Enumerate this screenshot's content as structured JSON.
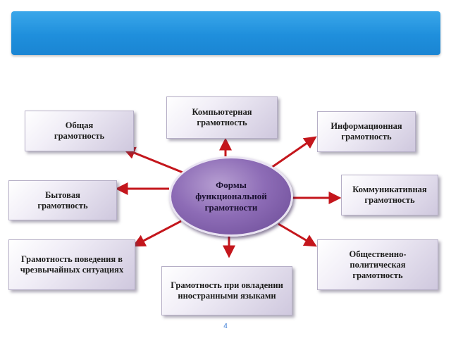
{
  "center": {
    "label": "Формы функциональной грамотности"
  },
  "nodes": {
    "general": "Общая грамотность",
    "computer": "Компьютерная грамотность",
    "information": "Информационная грамотность",
    "household": "Бытовая грамотность",
    "communicative": "Коммуникативная грамотность",
    "emergency": "Грамотность поведения в чрезвычайных ситуациях",
    "foreign_languages": "Грамотность при овладении иностранными языками",
    "socio_political": "Общественно-политическая грамотность"
  },
  "page_number": "4",
  "colors": {
    "header": "#1f8fdc",
    "arrow": "#c4161c",
    "center_fill": "#8d6cb6",
    "node_fill": "#ece8f3"
  }
}
